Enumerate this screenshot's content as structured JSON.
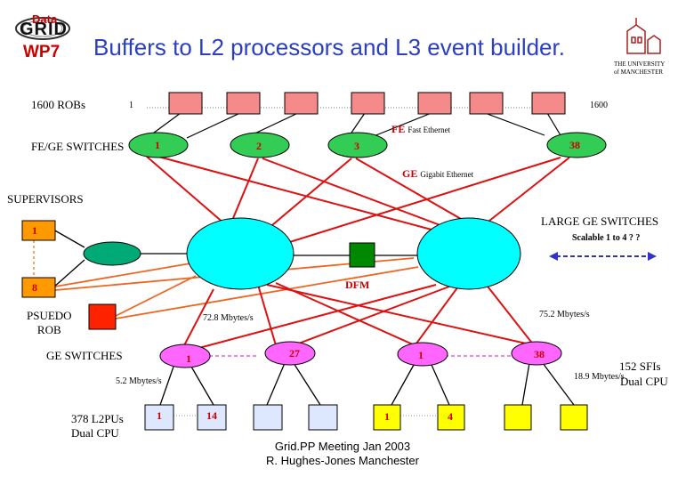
{
  "title": "Buffers to L2 processors and L3 event builder.",
  "logo": {
    "datagrid_top": "Data",
    "datagrid_main": "GRID",
    "wp": "WP7",
    "university_lines": [
      "THE UNIVERSITY",
      "of MANCHESTER"
    ]
  },
  "footer": {
    "line1": "Grid.PP Meeting Jan 2003",
    "line2": "R. Hughes-Jones  Manchester"
  },
  "labels": {
    "robs": "1600 ROBs",
    "rob_first": "1",
    "rob_last": "1600",
    "fe_short": "FE",
    "fe_long": "Fast Ethernet",
    "fe_ge_switches": "FE/GE SWITCHES",
    "sw_1": "1",
    "sw_2": "2",
    "sw_3": "3",
    "sw_38": "38",
    "ge_short": "GE",
    "ge_long": "Gigabit Ethernet",
    "supervisors": "SUPERVISORS",
    "sup_1": "1",
    "sup_8": "8",
    "large_ge_switches": "LARGE GE SWITCHES",
    "scalable": "Scalable 1 to 4 ? ?",
    "dfm": "DFM",
    "psuedo_rob_1": "PSUEDO",
    "psuedo_rob_2": "ROB",
    "rate_left": "72.8 Mbytes/s",
    "rate_right": "75.2 Mbytes/s",
    "ge_switches": "GE SWITCHES",
    "ge_sw_1": "1",
    "ge_sw_27": "27",
    "ge_sw_r1": "1",
    "ge_sw_38": "38",
    "rate_small": "5.2 Mbytes/s",
    "rate_sfi": "18.9 Mbytes/s",
    "sfis": "152 SFIs",
    "sfi_cpu": "Dual CPU",
    "l2pu_1": "378 L2PUs",
    "l2pu_2": "Dual CPU",
    "l2_1": "1",
    "l2_14": "14",
    "sfi_1": "1",
    "sfi_4": "4"
  },
  "colors": {
    "title": "#2b3fbf",
    "rob": "#f58a8a",
    "switch": "#33cc55",
    "large_switch": "#00ffff",
    "supervisor": "#00aa77",
    "box_orange": "#ff9900",
    "ge_switch": "#ff66ff",
    "l2pu": "#dde8ff",
    "sfi": "#ffff00",
    "dfm": "#008800",
    "psuedo_rob": "#ff2200",
    "red_link": "#dd1111",
    "black_link": "#000000",
    "orange_link": "#ee6622",
    "blue_arrow": "#3333cc"
  }
}
